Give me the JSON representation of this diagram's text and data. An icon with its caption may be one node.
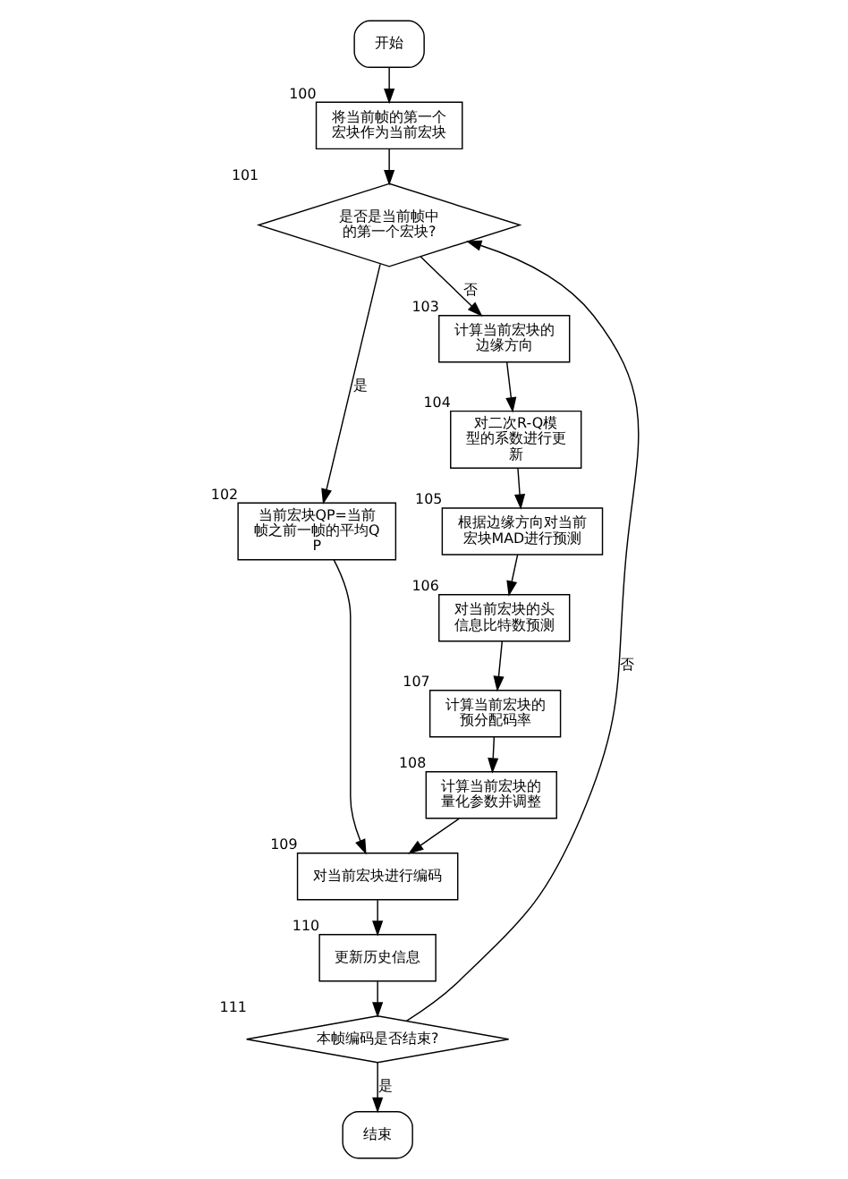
{
  "diagram": {
    "nodes": [
      {
        "text": [
          "开始"
        ]
      },
      {
        "text": [
          "将当前帧的第一个宏块作为当前宏块"
        ],
        "beside": [
          "100"
        ]
      },
      {
        "text": [
          "是否是当前帧中的第一个宏块?"
        ],
        "beside": [
          "101"
        ]
      },
      {
        "text": [
          "当前宏块QP=当前帧之前一帧的平均QP"
        ],
        "beside": [
          "102"
        ]
      },
      {
        "text": [
          "计算当前宏块的边缘方向"
        ],
        "beside": [
          "103"
        ]
      },
      {
        "text": [
          "对二次R-Q模型的系数进行更新"
        ],
        "beside": [
          "104"
        ]
      },
      {
        "text": [
          "根据边缘方向对当前宏块MAD进行预测"
        ],
        "beside": [
          "105"
        ]
      },
      {
        "text": [
          "对当前宏块的头信息比特数预测"
        ],
        "beside": [
          "106"
        ]
      },
      {
        "text": [
          "计算当前宏块的预分配码率"
        ],
        "beside": [
          "107"
        ]
      },
      {
        "text": [
          "计算当前宏块的量化参数并调整"
        ],
        "beside": [
          "108"
        ]
      },
      {
        "text": [
          "对当前宏块进行编码"
        ],
        "beside": [
          "109"
        ]
      },
      {
        "text": [
          "更新历史信息"
        ],
        "beside": [
          "110"
        ]
      },
      {
        "text": [
          "本帧编码是否结束?"
        ],
        "beside": [
          "111"
        ]
      },
      {
        "text": [
          "结束"
        ]
      }
    ],
    "edges": [
      {
        "from": 0,
        "to": 1,
        "arrow": "to"
      },
      {
        "from": 1,
        "to": 2,
        "arrow": "to"
      },
      {
        "from": 2,
        "to": 3,
        "arrow": "to",
        "label": "是"
      },
      {
        "from": 2,
        "to": 4,
        "arrow": "to",
        "label": "否"
      },
      {
        "from": 4,
        "to": 5,
        "arrow": "to"
      },
      {
        "from": 5,
        "to": 6,
        "arrow": "to"
      },
      {
        "from": 6,
        "to": 7,
        "arrow": "to"
      },
      {
        "from": 7,
        "to": 8,
        "arrow": "to"
      },
      {
        "from": 8,
        "to": 9,
        "arrow": "to"
      },
      {
        "from": 3,
        "to": 10,
        "arrow": "to"
      },
      {
        "from": 9,
        "to": 10,
        "arrow": "to"
      },
      {
        "from": 10,
        "to": 11,
        "arrow": "to"
      },
      {
        "from": 11,
        "to": 12,
        "arrow": "to"
      },
      {
        "from": 12,
        "to": 13,
        "arrow": "to",
        "label": "是"
      },
      {
        "from": 12,
        "to": 2,
        "arrow": "to",
        "label": "否"
      }
    ]
  }
}
